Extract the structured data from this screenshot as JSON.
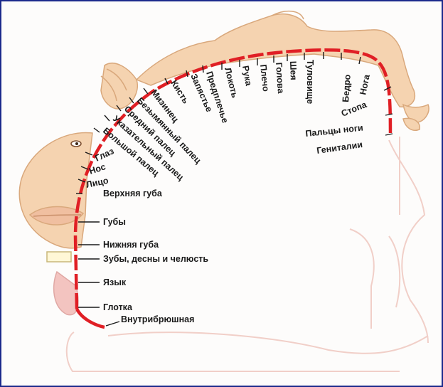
{
  "diagram": {
    "labels": {
      "noga": "Нога",
      "bedro": "Бедро",
      "tulovishche": "Туловище",
      "sheya": "Шея",
      "golova": "Голова",
      "plecho": "Плечо",
      "ruka": "Рука",
      "lokot": "Локоть",
      "predpleche": "Предплечье",
      "zapyastye": "Запястье",
      "kist": "Кисть",
      "mizinets": "Мизинец",
      "bezymyanny": "Безымянный палец",
      "sredniy": "Средний палец",
      "ukazatelny": "Указательный палец",
      "bolshoy": "Большой палец",
      "glaz": "Глаз",
      "nos": "Нос",
      "litso": "Лицо",
      "verkhnyaya_guba": "Верхняя губа",
      "guby": "Губы",
      "nizhnyaya_guba": "Нижняя губа",
      "zuby": "Зубы, десны и челюсть",
      "yazyk": "Язык",
      "glotka": "Глотка",
      "vnutribryushnaya": "Внутрибрюшная",
      "stopa": "Стопа",
      "paltsy_nogi": "Пальцы ноги",
      "genitalii": "Гениталии"
    },
    "colors": {
      "boundary": "#e01f25",
      "figure_fill": "#f5d3b0",
      "figure_stroke": "#d9a87c",
      "frame": "#1b2a8c"
    }
  }
}
